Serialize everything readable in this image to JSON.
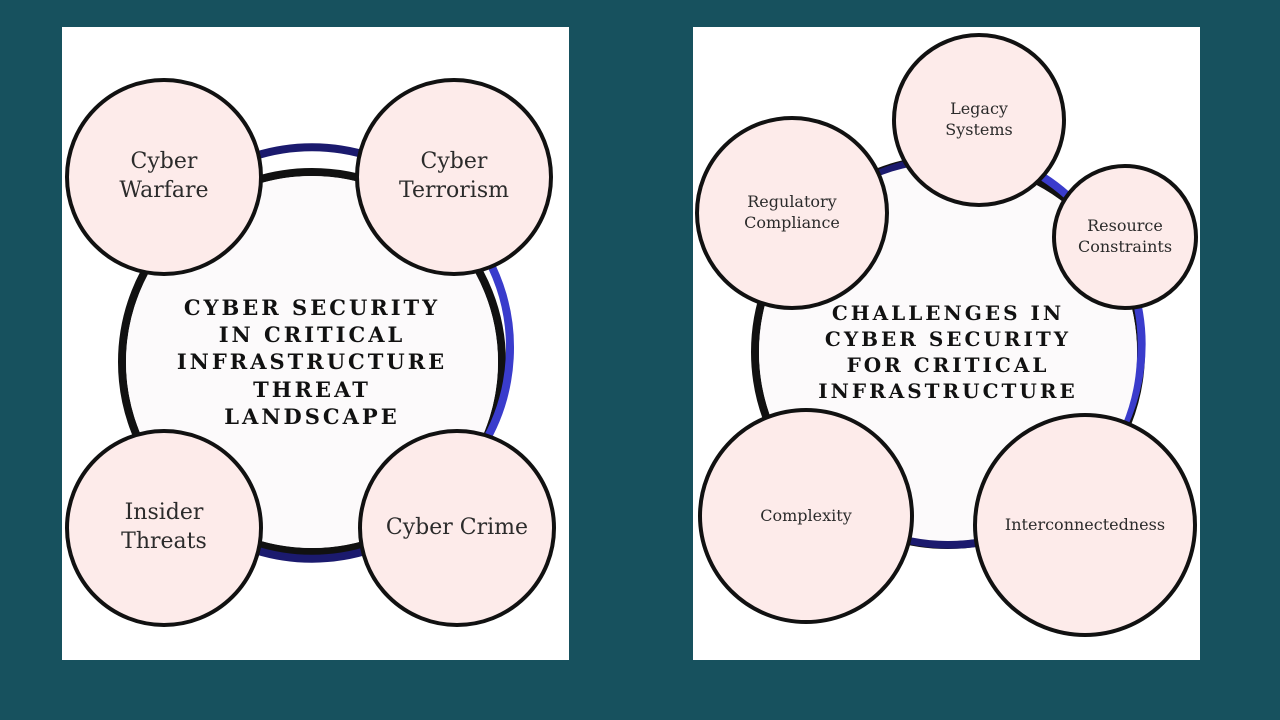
{
  "colors": {
    "background": "#17515e",
    "panel": "#ffffff",
    "node_fill": "#fdebea",
    "node_border": "#111111",
    "ring_black": "#111111",
    "ring_navy": "#1b1a6e",
    "ring_blue": "#3a3ccc",
    "center_fill": "#fcfafb"
  },
  "left_diagram": {
    "center": "CYBER SECURITY\nIN CRITICAL\nINFRASTRUCTURE\nTHREAT\nLANDSCAPE",
    "nodes": {
      "cyber_warfare": "Cyber\nWarfare",
      "cyber_terrorism": "Cyber\nTerrorism",
      "insider_threats": "Insider\nThreats",
      "cyber_crime": "Cyber Crime"
    }
  },
  "right_diagram": {
    "center": "CHALLENGES IN\nCYBER SECURITY\nFOR CRITICAL\nINFRASTRUCTURE",
    "nodes": {
      "legacy_systems": "Legacy\nSystems",
      "regulatory_compliance": "Regulatory\nCompliance",
      "resource_constraints": "Resource\nConstraints",
      "complexity": "Complexity",
      "interconnectedness": "Interconnectedness"
    }
  }
}
